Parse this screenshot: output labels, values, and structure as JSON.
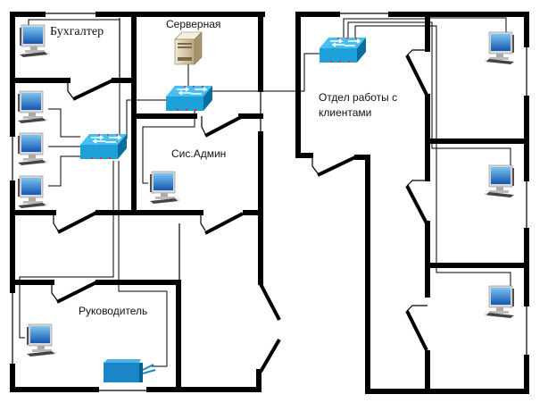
{
  "diagram": {
    "type": "office-network-floor-plan",
    "rooms": [
      {
        "id": "accountant",
        "label": "Бухгалтер",
        "devices": [
          "pc"
        ]
      },
      {
        "id": "server-room",
        "label": "Серверная",
        "devices": [
          "server",
          "switch"
        ]
      },
      {
        "id": "open-area",
        "label": "",
        "devices": [
          "pc",
          "pc",
          "pc",
          "switch"
        ]
      },
      {
        "id": "sysadmin",
        "label": "Сис.Админ",
        "devices": [
          "pc"
        ]
      },
      {
        "id": "director",
        "label": "Руководитель",
        "devices": [
          "pc",
          "printer"
        ]
      },
      {
        "id": "client-dept",
        "label": "Отдел работы с клиентами",
        "label_lines": [
          "Отдел работы с",
          "клиентами"
        ],
        "devices": [
          "switch"
        ]
      },
      {
        "id": "office-1",
        "label": "",
        "devices": [
          "pc"
        ]
      },
      {
        "id": "office-2",
        "label": "",
        "devices": [
          "pc"
        ]
      },
      {
        "id": "office-3",
        "label": "",
        "devices": [
          "pc"
        ]
      }
    ],
    "links": [
      {
        "from": "server",
        "to": "server-switch"
      },
      {
        "from": "server-switch",
        "to": "open-area-switch"
      },
      {
        "from": "server-switch",
        "to": "sysadmin-pc"
      },
      {
        "from": "server-switch",
        "to": "client-dept-switch"
      },
      {
        "from": "open-area-switch",
        "to": "open-area-pc-1"
      },
      {
        "from": "open-area-switch",
        "to": "open-area-pc-2"
      },
      {
        "from": "open-area-switch",
        "to": "open-area-pc-3"
      },
      {
        "from": "open-area-switch",
        "to": "accountant-pc"
      },
      {
        "from": "open-area-switch",
        "to": "director-pc"
      },
      {
        "from": "open-area-switch",
        "to": "director-printer"
      },
      {
        "from": "client-dept-switch",
        "to": "office-1-pc"
      },
      {
        "from": "client-dept-switch",
        "to": "office-2-pc"
      },
      {
        "from": "client-dept-switch",
        "to": "office-3-pc"
      }
    ],
    "colors": {
      "wall": "#000000",
      "switch": "#1ea0d8",
      "switch_dark": "#0b6f9e",
      "monitor_screen": "#1f7fd0",
      "printer": "#1a86c8",
      "server_case": "#e8dcc0"
    }
  }
}
